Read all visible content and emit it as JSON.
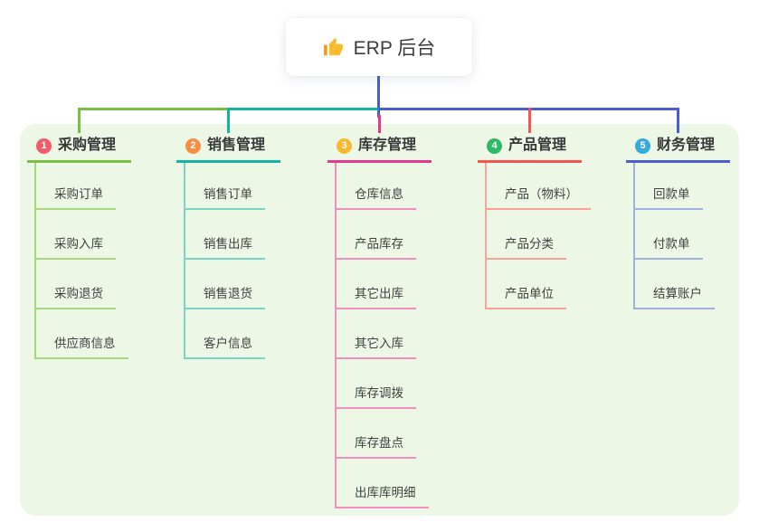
{
  "root": {
    "label": "ERP 后台",
    "icon": "thumbs-up-icon",
    "connector_color": "#4a5ed0"
  },
  "panel": {
    "background": "#ecf7e6"
  },
  "branches": [
    {
      "badge": "1",
      "label": "采购管理",
      "badge_color": "#f35b68",
      "line_color": "#7cbe41",
      "child_line_color": "#a6d77e",
      "children": [
        "采购订单",
        "采购入库",
        "采购退货",
        "供应商信息"
      ]
    },
    {
      "badge": "2",
      "label": "销售管理",
      "badge_color": "#f78e44",
      "line_color": "#14b3a5",
      "child_line_color": "#7ad3c6",
      "children": [
        "销售订单",
        "销售出库",
        "销售退货",
        "客户信息"
      ]
    },
    {
      "badge": "3",
      "label": "库存管理",
      "badge_color": "#f8b830",
      "line_color": "#e13a8e",
      "child_line_color": "#f08fc0",
      "children": [
        "仓库信息",
        "产品库存",
        "其它出库",
        "其它入库",
        "库存调拨",
        "库存盘点",
        "出库库明细"
      ]
    },
    {
      "badge": "4",
      "label": "产品管理",
      "badge_color": "#2eb868",
      "line_color": "#f4564e",
      "child_line_color": "#f8a29b",
      "children": [
        "产品（物料）",
        "产品分类",
        "产品单位"
      ]
    },
    {
      "badge": "5",
      "label": "财务管理",
      "badge_color": "#35aade",
      "line_color": "#4a5ed0",
      "child_line_color": "#9fb0e0",
      "children": [
        "回款单",
        "付款单",
        "结算账户"
      ]
    }
  ]
}
